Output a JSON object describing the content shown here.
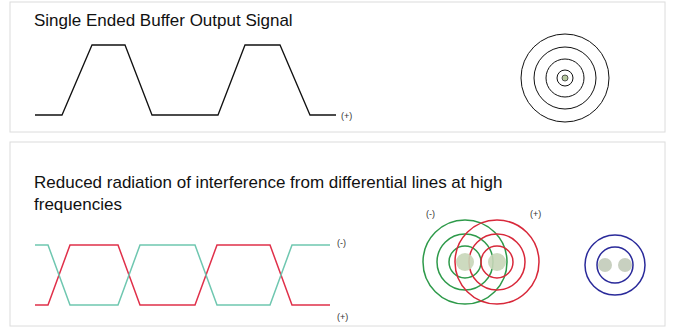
{
  "diagram": {
    "labels": [
      "Single Ended Buffer Output Signal",
      "(+)",
      "Reduced radiation of interference from differential lines at high frequencies",
      "(-)",
      "(+)",
      "(-)",
      "(+)"
    ]
  }
}
